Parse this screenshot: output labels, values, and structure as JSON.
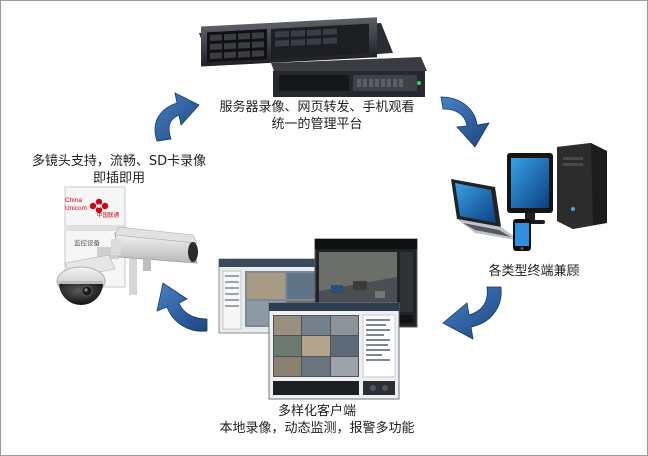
{
  "server": {
    "caption_line1": "服务器录像、网页转发、手机观看",
    "caption_line2": "统一的管理平台"
  },
  "camera": {
    "caption_line1": "多镜头支持，流畅、SD卡录像",
    "caption_line2": "即插即用",
    "logo_en_1": "China",
    "logo_en_2": "Unicom",
    "logo_cn": "中国联通",
    "panel_text": "监控设备"
  },
  "terminals": {
    "caption": "各类型终端兼顾"
  },
  "clients": {
    "caption_line1": "多样化客户端",
    "caption_line2": "本地录像，动态监测，报警多功能"
  },
  "colors": {
    "arrow": "#1f4e8a",
    "arrow_light": "#3d74b8",
    "unicom_red": "#d0021b"
  },
  "icons": [
    "server-rack-icon",
    "desktop-computer-icon",
    "laptop-icon",
    "smartphone-icon",
    "ptz-dome-camera-icon",
    "bullet-camera-icon",
    "cycle-arrow-icon"
  ]
}
